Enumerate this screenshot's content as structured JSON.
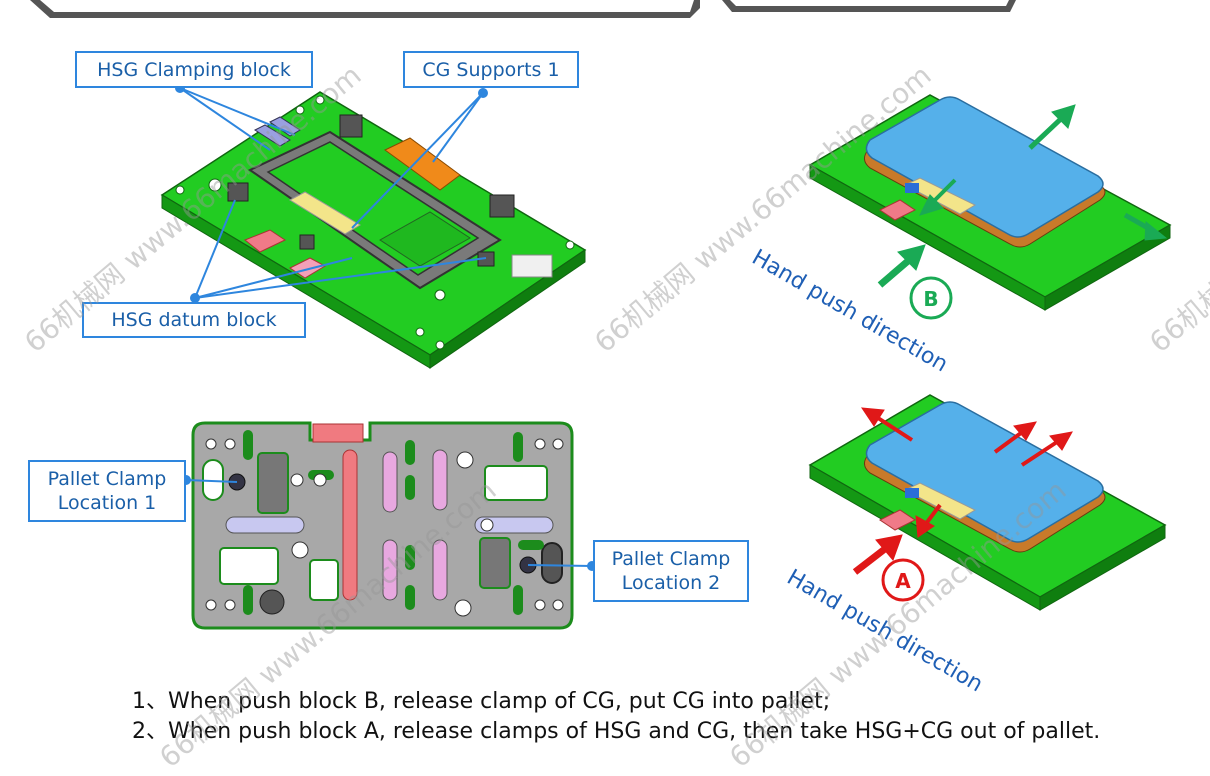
{
  "callouts": {
    "hsg_clamping": "HSG Clamping block",
    "cg_supports": "CG Supports 1",
    "hsg_datum": "HSG datum block",
    "pallet_clamp_1": [
      "Pallet Clamp",
      "Location 1"
    ],
    "pallet_clamp_2": [
      "Pallet Clamp",
      "Location 2"
    ]
  },
  "markers": {
    "b": "B",
    "a": "A"
  },
  "hand_push": "Hand push direction",
  "steps": [
    "1、When push block B, release clamp of CG, put CG into pallet;",
    "2、When push block A, release clamps of HSG and CG, then take HSG+CG out of pallet."
  ],
  "watermark": "66机械网 www.66machine.com",
  "colors": {
    "green": "#22cc22",
    "phone": "#55b0ea",
    "callout": "#2e86de",
    "arrow_green": "#1aaa55",
    "arrow_red": "#e01818"
  }
}
